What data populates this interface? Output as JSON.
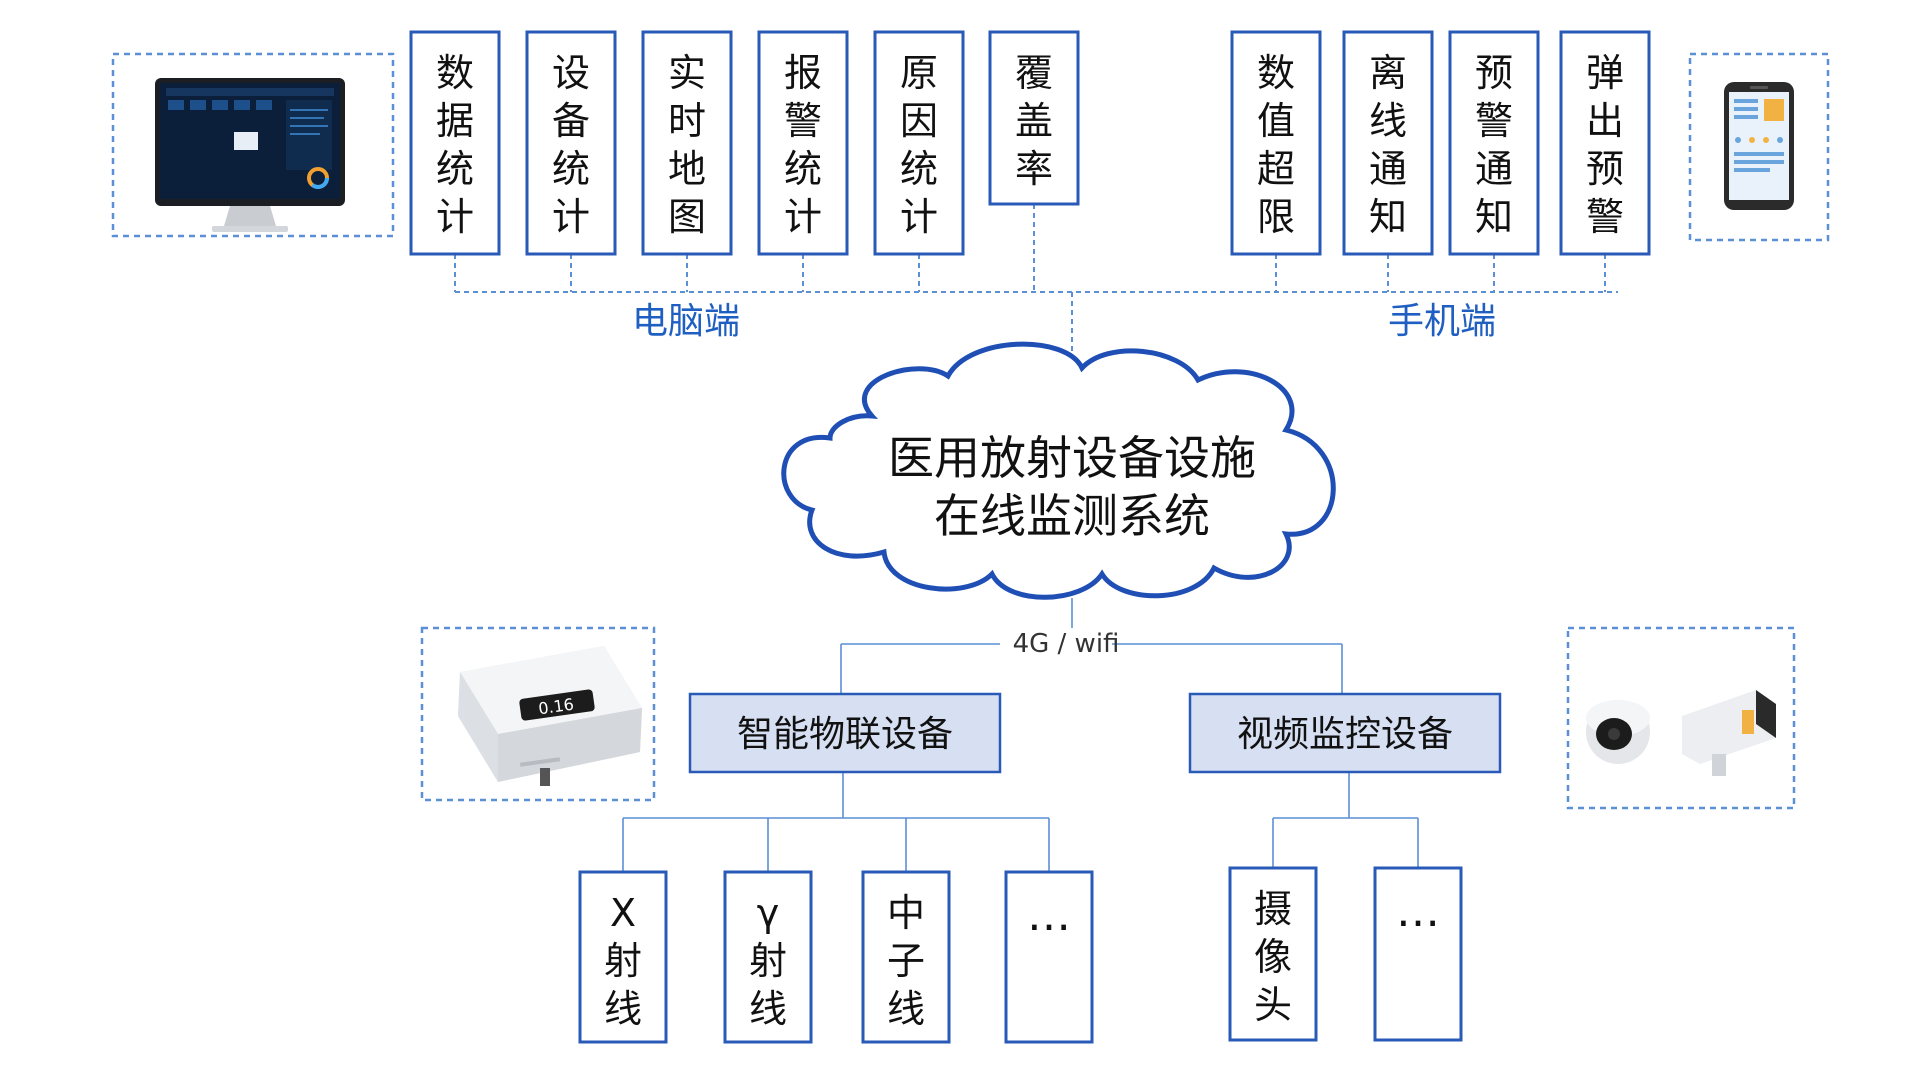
{
  "colors": {
    "box_border": "#2a5ab8",
    "dashed_line": "#5b8fd6",
    "group_label": "#1f5fc2",
    "device_fill": "#d6e0f2",
    "thin_line": "#5b8fd6",
    "text": "#111111"
  },
  "center": {
    "line1": "医用放射设备设施",
    "line2": "在线监测系统"
  },
  "pc": {
    "label": "电脑端",
    "items": [
      "数据统计",
      "设备统计",
      "实时地图",
      "报警统计",
      "原因统计",
      "覆盖率"
    ]
  },
  "mobile": {
    "label": "手机端",
    "items": [
      "数值超限",
      "离线通知",
      "预警通知",
      "弹出预警"
    ]
  },
  "network_label": "4G / wifi",
  "iot": {
    "label": "智能物联设备",
    "items": [
      "X射线",
      "γ射线",
      "中子线",
      "…"
    ],
    "display_value": "0.16"
  },
  "video": {
    "label": "视频监控设备",
    "items": [
      "摄像头",
      "…"
    ]
  },
  "icons": {
    "pc": "monitor-icon",
    "mobile": "phone-icon",
    "iot": "radiation-detector-icon",
    "video": "camera-icon"
  }
}
